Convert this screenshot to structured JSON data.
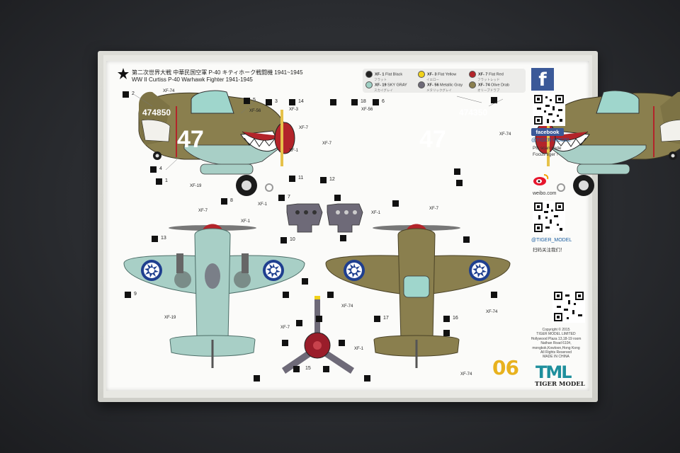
{
  "header": {
    "title_jp": "第二次世界大戦 中華民国空軍 P-40 キティホーク戦闘機 1941~1945",
    "title_en": "WW II Curtiss P-40 Warhawk Fighter 1941-1945"
  },
  "paint_legend": [
    {
      "code": "XF- 1",
      "name": "Flat Black",
      "sub": "フラット",
      "color": "#222222"
    },
    {
      "code": "XF- 3",
      "name": "Flat Yellow",
      "sub": "イエロー",
      "color": "#f1d21a"
    },
    {
      "code": "XF- 7",
      "name": "Flat Red",
      "sub": "フラットレッド",
      "color": "#b3242a"
    },
    {
      "code": "XF- 19",
      "name": "SKY GRAY",
      "sub": "スカイグレイ",
      "color": "#9fd0c4"
    },
    {
      "code": "XF- 56",
      "name": "Metallic Gray",
      "sub": "メタリックグレイ",
      "color": "#6e6a78"
    },
    {
      "code": "XF- 74",
      "name": "Olive Drab",
      "sub": "オリーブドラブ",
      "color": "#8a7f4e"
    }
  ],
  "aircraft": {
    "tail_number_left": "474850",
    "tail_number_right": "474350",
    "fuselage_code": "47"
  },
  "callouts": {
    "c1": "1",
    "c2": "2",
    "c3": "3",
    "c4": "4",
    "c5": "5",
    "c6": "6",
    "c7": "7",
    "c8": "8",
    "c9": "9",
    "c10": "10",
    "c11": "11",
    "c12": "12",
    "c13": "13",
    "c14": "14",
    "c15": "15",
    "c16": "16",
    "c17": "17",
    "c18": "18"
  },
  "paint_labels": {
    "xf1": "XF-1",
    "xf3": "XF-3",
    "xf7": "XF-7",
    "xf19": "XF-19",
    "xf56": "XF-56",
    "xf74": "XF-74"
  },
  "social": {
    "facebook_glyph": "f",
    "facebook_label": "facebook",
    "handle1": "@TIGER-MODEL",
    "scan_line1": "Pls scan code",
    "scan_line2": "Focus tiger !",
    "weibo_label": "weibo.com",
    "handle2": "@TIGER_MODEL",
    "weibo_cn": "扫码关注我们！"
  },
  "company": {
    "line1": "Copyright © 2015",
    "line2": "TIGER MODEL LIMITED",
    "line3": "Hollywood Plaza 13,18-19 room",
    "line4": "Nathan Road 610#,",
    "line5": "mongkok,Kowloon,Hong Kong",
    "line6": "All Rights Reserved",
    "line7": "MADE IN CHINA",
    "logo_text": "TML",
    "brand": "TIGER MODEL"
  },
  "sheet_number": "06",
  "colors": {
    "olive": "#8a7f4e",
    "sky": "#a8cfc6",
    "red": "#b3242a",
    "roc_blue": "#1f3f8f",
    "accent_yellow": "#e8b21e",
    "fb_blue": "#3b5998"
  }
}
